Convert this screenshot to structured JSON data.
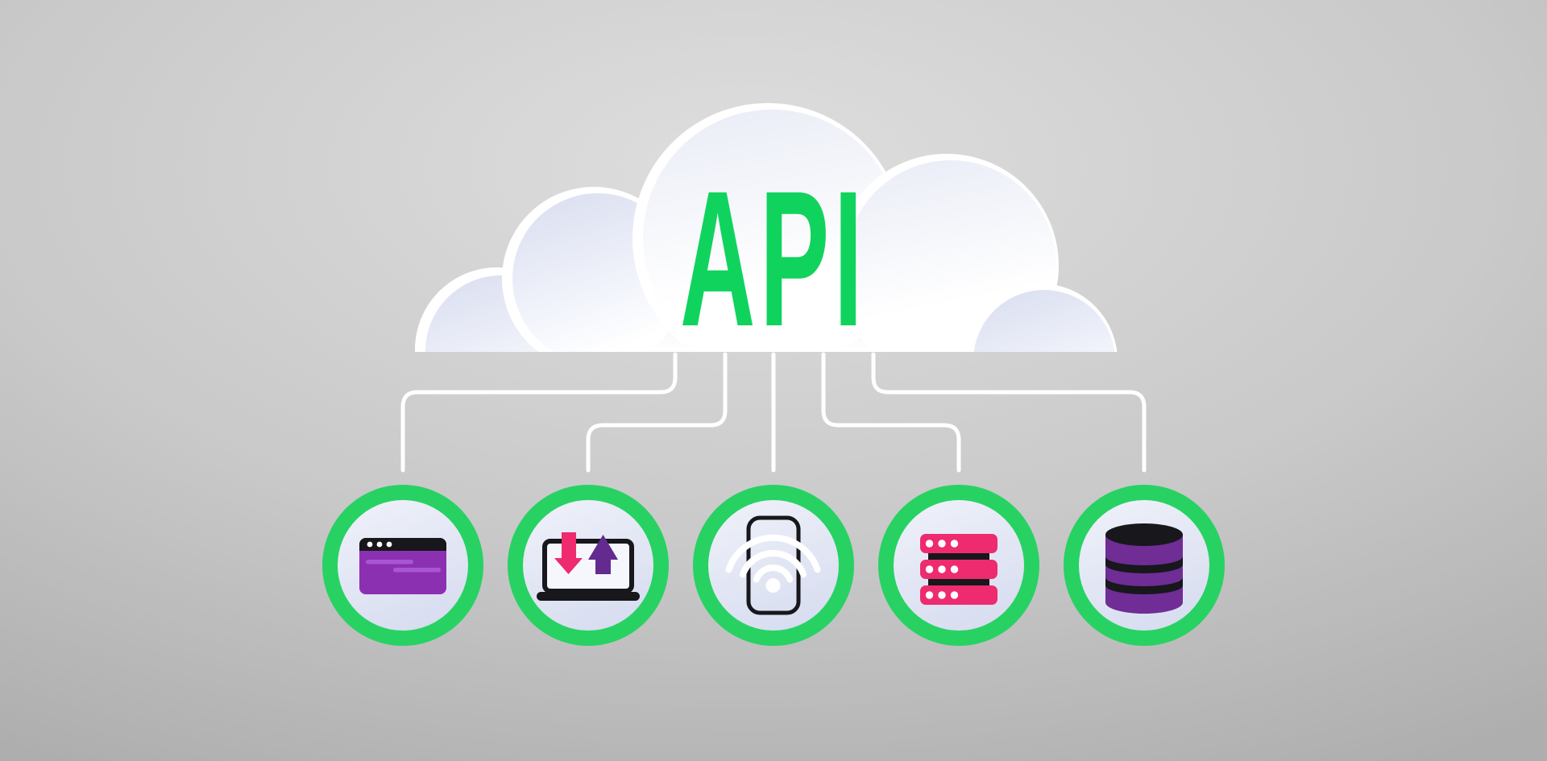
{
  "illustration": {
    "title": "API",
    "type": "api-cloud-connectivity-diagram"
  },
  "colors": {
    "background_center": "#dcdcdc",
    "background_edge": "#b0b0b0",
    "cloud_white": "#ffffff",
    "cloud_tint": "#d8ddef",
    "api_green": "#10d35e",
    "ring_green": "#27d263",
    "line_white": "#ffffff",
    "node_fill_light": "#eef1f9",
    "node_fill_dark": "#d8ddf0",
    "ink": "#17171c",
    "pink": "#ee2b6e",
    "browser_purple": "#8c30b2",
    "browser_line_purple": "#a855d1",
    "arrow_purple": "#632b8f",
    "db_purple": "#6f2d95",
    "screen_white": "#f6f7fc",
    "dot_white": "#ffffff"
  },
  "cloud": {
    "label": "API"
  },
  "nodes": [
    {
      "id": "web-application",
      "icon": "browser-window-icon"
    },
    {
      "id": "data-transfer",
      "icon": "laptop-sync-icon"
    },
    {
      "id": "mobile-device",
      "icon": "smartphone-wireless-icon"
    },
    {
      "id": "server-rack",
      "icon": "server-stack-icon"
    },
    {
      "id": "database",
      "icon": "database-icon"
    }
  ]
}
